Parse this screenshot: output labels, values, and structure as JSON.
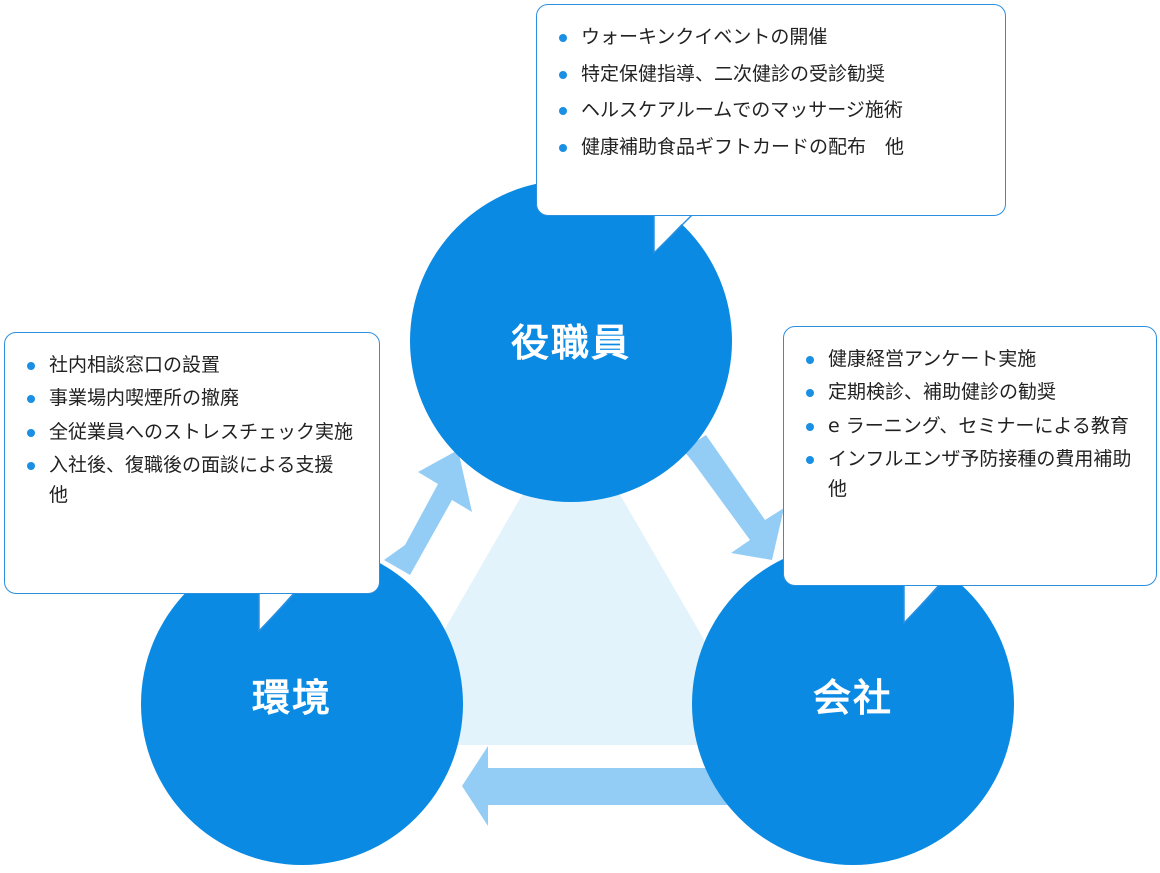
{
  "colors": {
    "circle": "#0a8ae3",
    "arrow": "#93cdf5",
    "triangle": "#e3f3fc",
    "bubble_border": "#2b8fe0",
    "bullet": "#1a8fe3"
  },
  "nodes": {
    "top": {
      "label": "役職員"
    },
    "left": {
      "label": "環境"
    },
    "right": {
      "label": "会社"
    }
  },
  "bubbles": {
    "top": {
      "items": [
        "ウォーキンクイベントの開催",
        "特定保健指導、二次健診の受診勧奨",
        "ヘルスケアルームでのマッサージ施術",
        "健康補助食品ギフトカードの配布　他"
      ]
    },
    "left": {
      "items": [
        "社内相談窓口の設置",
        "事業場内喫煙所の撤廃",
        "全従業員へのストレスチェック実施",
        "入社後、復職後の面談による支援　他"
      ]
    },
    "right": {
      "items": [
        "健康経営アンケート実施",
        "定期検診、補助健診の勧奨",
        "e ラーニング、セミナーによる教育",
        "インフルエンザ予防接種の費用補助　他"
      ]
    }
  }
}
